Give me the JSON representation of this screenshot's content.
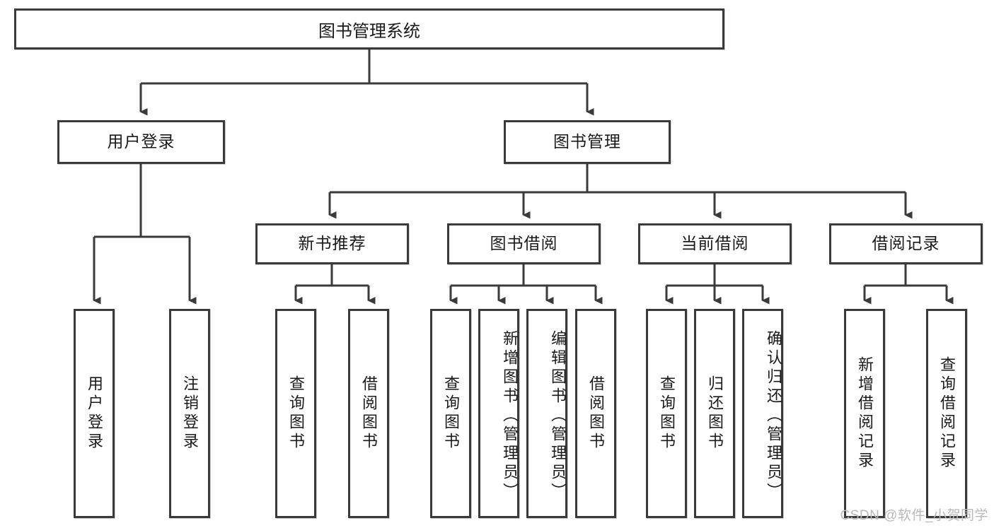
{
  "diagram": {
    "title": "图书管理系统",
    "watermark": "CSDN @软件_小贺同学",
    "colors": {
      "stroke": "#3a3a3a",
      "fill": "#ffffff",
      "text": "#1a1a1a",
      "watermark": "#b9b9b9"
    }
  },
  "nodes": {
    "root": {
      "label": "图书管理系统"
    },
    "level2": [
      {
        "label": "用户登录"
      },
      {
        "label": "图书管理"
      }
    ],
    "level3": [
      {
        "label": "新书推荐"
      },
      {
        "label": "图书借阅"
      },
      {
        "label": "当前借阅"
      },
      {
        "label": "借阅记录"
      }
    ],
    "leaves": {
      "user_login": [
        {
          "label": "用户登录"
        },
        {
          "label": "注销登录"
        }
      ],
      "new_book_recommend": [
        {
          "label": "查询图书"
        },
        {
          "label": "借阅图书"
        }
      ],
      "book_borrow": [
        {
          "label": "查询图书"
        },
        {
          "label": "新增图书（管理员）"
        },
        {
          "label": "编辑图书（管理员）"
        },
        {
          "label": "借阅图书"
        }
      ],
      "current_borrow": [
        {
          "label": "查询图书"
        },
        {
          "label": "归还图书"
        },
        {
          "label": "确认归还（管理员）"
        }
      ],
      "borrow_record": [
        {
          "label": "新增借阅记录"
        },
        {
          "label": "查询借阅记录"
        }
      ]
    }
  }
}
